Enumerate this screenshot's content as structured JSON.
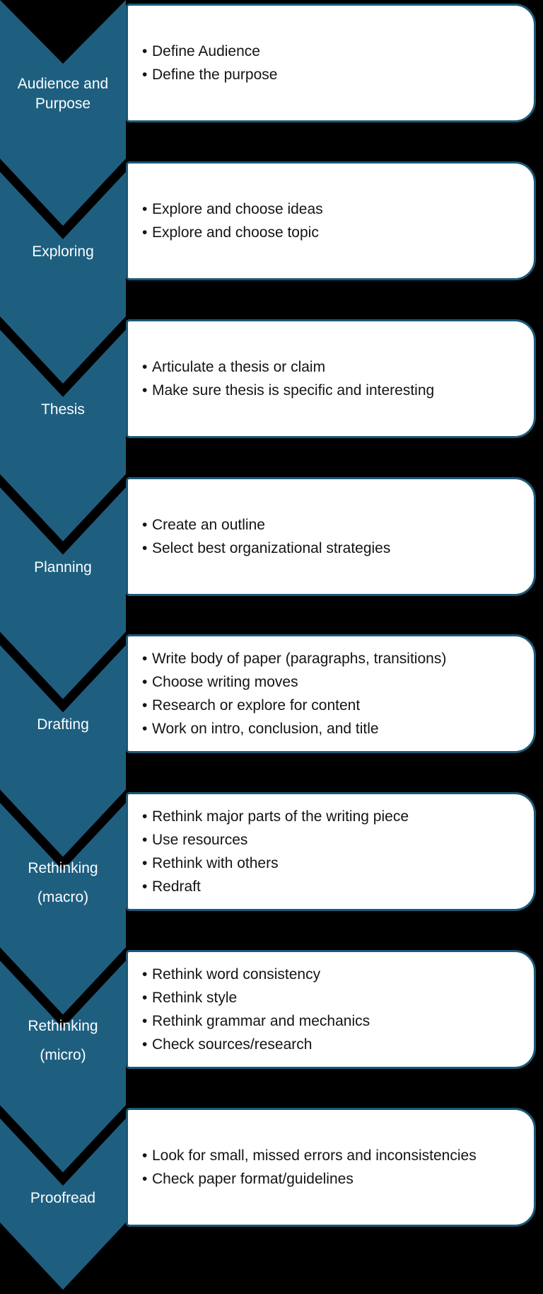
{
  "diagram_title": "Writing process chevron flow",
  "bullet_glyph": "•",
  "colors": {
    "background": "#000000",
    "chevron_fill": "#1E5F80",
    "box_border": "#1B5878",
    "box_fill": "#FFFFFF",
    "label_text": "#FBFDFE",
    "bullet_text": "#141414"
  },
  "steps": [
    {
      "label": "Audience and Purpose",
      "label_lines": [
        "Audience and",
        "Purpose"
      ],
      "bullets": [
        "Define Audience",
        "Define the purpose"
      ]
    },
    {
      "label": "Exploring",
      "label_lines": [
        "Exploring"
      ],
      "bullets": [
        "Explore and choose ideas",
        "Explore and choose topic"
      ]
    },
    {
      "label": "Thesis",
      "label_lines": [
        "Thesis"
      ],
      "bullets": [
        "Articulate a thesis or claim",
        "Make sure thesis is specific and interesting"
      ]
    },
    {
      "label": "Planning",
      "label_lines": [
        "Planning"
      ],
      "bullets": [
        "Create an outline",
        "Select best organizational strategies"
      ]
    },
    {
      "label": "Drafting",
      "label_lines": [
        "Drafting"
      ],
      "bullets": [
        "Write body of paper (paragraphs, transitions)",
        "Choose writing moves",
        "Research or explore for content",
        "Work on intro, conclusion, and title"
      ]
    },
    {
      "label": "Rethinking (macro)",
      "label_lines": [
        "Rethinking",
        "(macro)"
      ],
      "spaced_lines": true,
      "bullets": [
        "Rethink major parts of the writing piece",
        "Use resources",
        "Rethink with others",
        "Redraft"
      ]
    },
    {
      "label": "Rethinking (micro)",
      "label_lines": [
        "Rethinking",
        "(micro)"
      ],
      "spaced_lines": true,
      "bullets": [
        "Rethink word consistency",
        "Rethink style",
        "Rethink grammar and mechanics",
        "Check sources/research"
      ]
    },
    {
      "label": "Proofread",
      "label_lines": [
        "Proofread"
      ],
      "bullets": [
        "Look for small, missed errors and inconsistencies",
        "Check paper format/guidelines"
      ]
    }
  ]
}
